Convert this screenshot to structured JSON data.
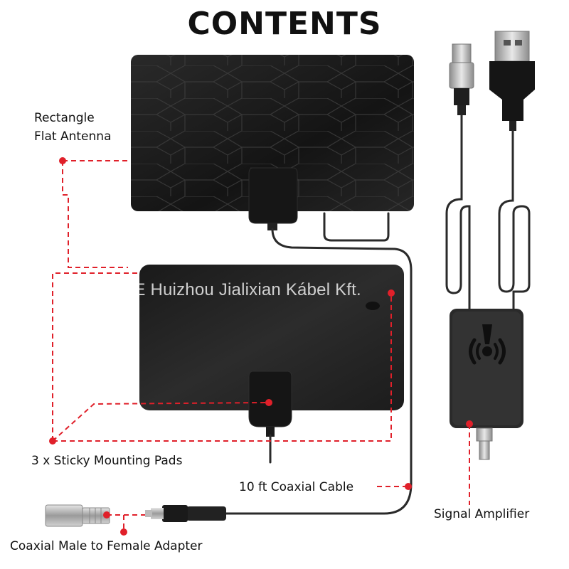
{
  "title": "CONTENTS",
  "watermark": "ROE Huizhou Jialixian Kábel Kft.",
  "labels": {
    "antenna_line1": "Rectangle",
    "antenna_line2": "Flat Antenna",
    "pads": "3 x Sticky Mounting Pads",
    "cable": "10 ft Coaxial Cable",
    "amplifier": "Signal Amplifier",
    "adapter": "Coaxial Male to Female Adapter"
  },
  "colors": {
    "callout_line": "#e0202a",
    "antenna_body": "#1b1b1b",
    "cable": "#2a2a2a"
  }
}
